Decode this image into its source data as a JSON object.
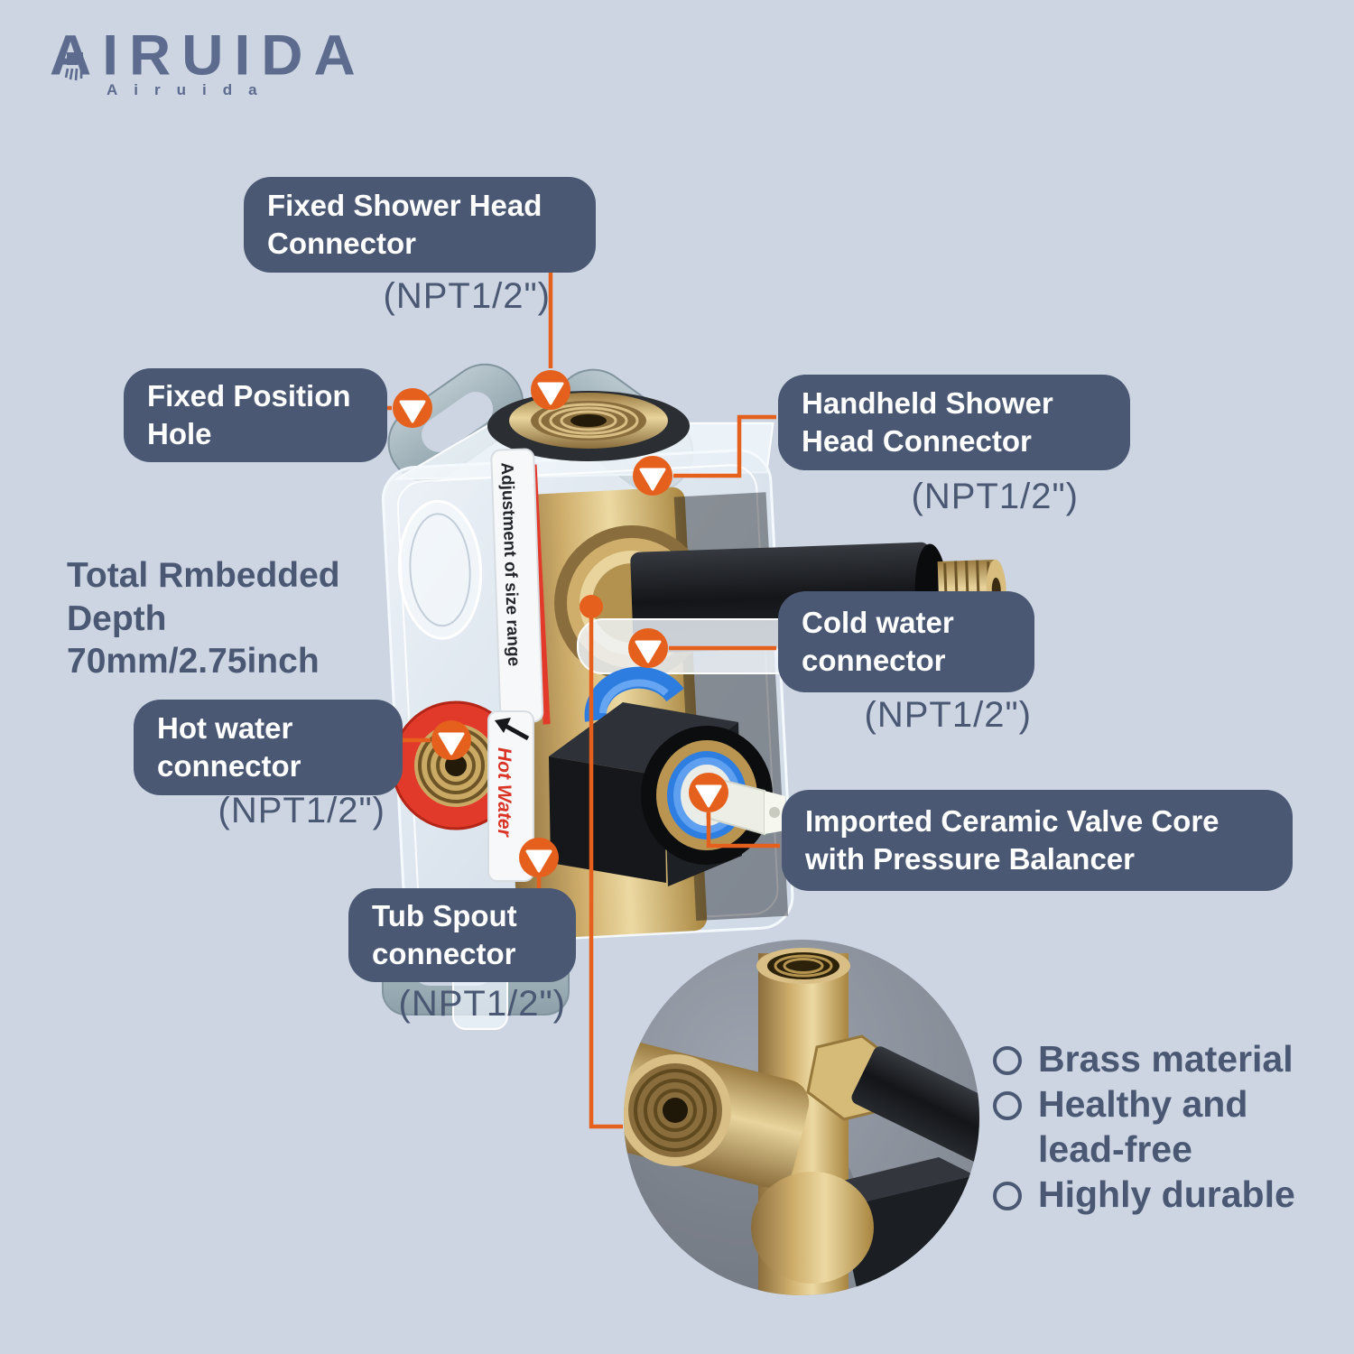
{
  "brand": {
    "name": "AIRUIDA",
    "subname": "Airuida"
  },
  "callouts": {
    "fixed_shower_head": {
      "label": "Fixed Shower Head Connector",
      "spec": "(NPT1/2\")"
    },
    "fixed_position_hole": {
      "label": "Fixed Position Hole"
    },
    "handheld_shower_head": {
      "label": "Handheld Shower Head Connector",
      "spec": "(NPT1/2\")"
    },
    "cold_water": {
      "label": "Cold water connector",
      "spec": "(NPT1/2\")"
    },
    "hot_water": {
      "label": "Hot water connector",
      "spec": "(NPT1/2\")"
    },
    "tub_spout": {
      "label": "Tub Spout connector",
      "spec": "(NPT1/2\")"
    },
    "ceramic_valve": {
      "label": "Imported Ceramic Valve Core with Pressure Balancer"
    }
  },
  "depth_note": {
    "line1": "Total Rmbedded Depth",
    "line2": "70mm/2.75inch"
  },
  "product_text": {
    "adjustment_strip": "Adjustment of size range",
    "hot_water_strip": "Hot Water"
  },
  "features": {
    "items": [
      "Brass material",
      "Healthy and lead-free",
      "Highly durable"
    ]
  },
  "colors": {
    "background": "#ccd5e1",
    "label_bg": "#4a5874",
    "accent": "#e6601d",
    "text": "#4a5874"
  }
}
